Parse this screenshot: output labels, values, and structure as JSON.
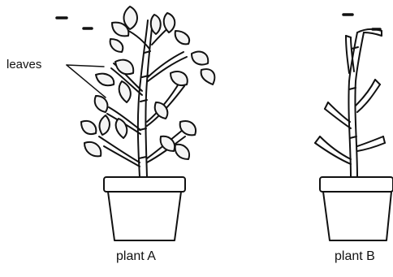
{
  "labels": {
    "leaves": "leaves",
    "plant_a": "plant A",
    "plant_b": "plant B"
  },
  "colors": {
    "ink": "#111111",
    "leaf_fill": "#f4f4f4",
    "background": "#ffffff"
  }
}
